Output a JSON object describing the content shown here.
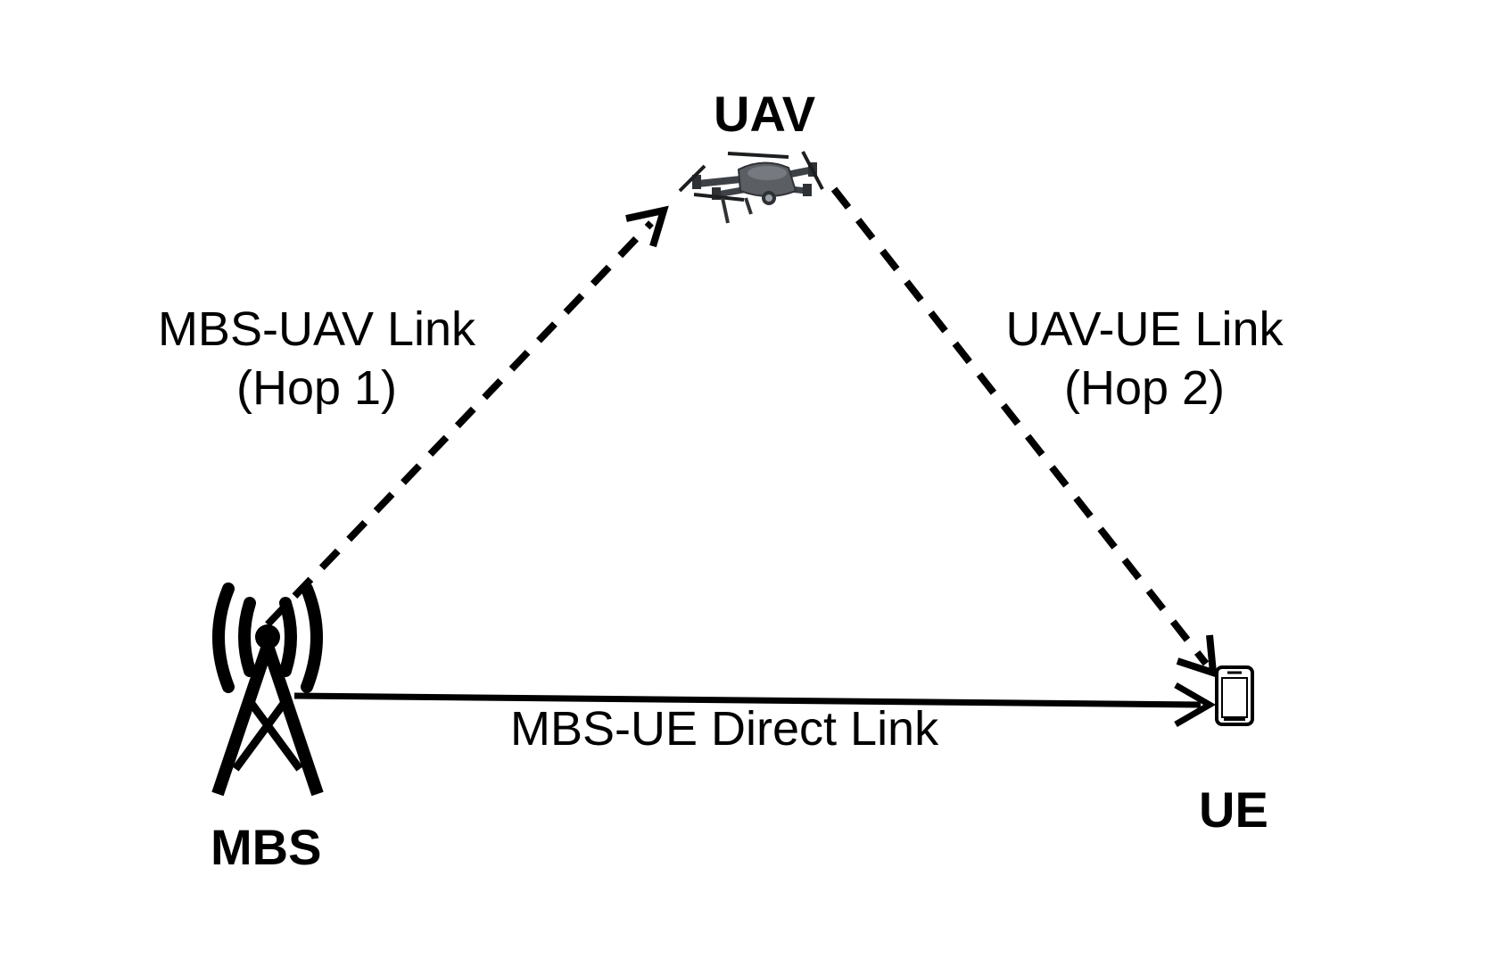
{
  "nodes": {
    "uav": {
      "label": "UAV",
      "icon": "drone-icon"
    },
    "mbs": {
      "label": "MBS",
      "icon": "cell-tower-icon"
    },
    "ue": {
      "label": "UE",
      "icon": "smartphone-icon"
    }
  },
  "links": {
    "mbs_uav": {
      "line1": "MBS-UAV Link",
      "line2": "(Hop 1)",
      "style": "dashed"
    },
    "uav_ue": {
      "line1": "UAV-UE Link",
      "line2": "(Hop 2)",
      "style": "dashed"
    },
    "mbs_ue": {
      "label": "MBS-UE Direct Link",
      "style": "solid"
    }
  },
  "colors": {
    "ink": "#000000",
    "drone_body": "#5b5f64",
    "background": "#ffffff"
  }
}
